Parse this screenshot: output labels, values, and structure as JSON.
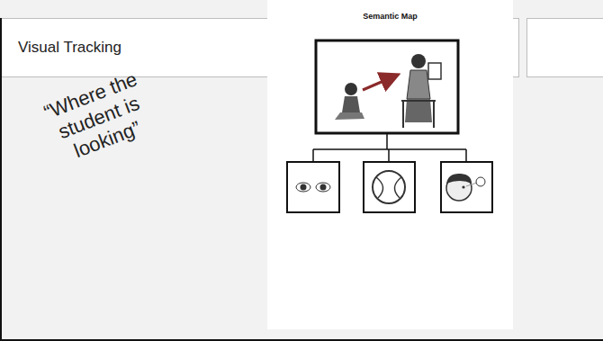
{
  "diagram": {
    "title": "Visual Tracking",
    "nodes": [
      {
        "text": [
          "Semantic Map"
        ]
      }
    ],
    "labels": [
      "“Where the student is looking”"
    ]
  }
}
